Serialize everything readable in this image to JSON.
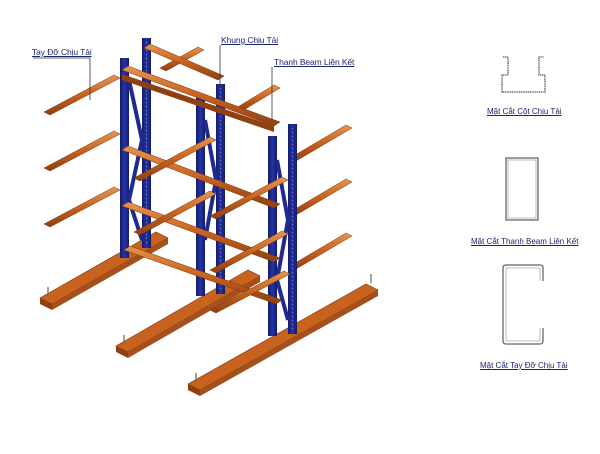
{
  "diagram": {
    "subject": "cantilever-rack",
    "colors": {
      "frame": "#1f2a8f",
      "frame_dark": "#141c66",
      "arm": "#c8631f",
      "arm_light": "#e08a43",
      "arm_dark": "#8f3f10",
      "label_text": "#1d2470",
      "section_stroke": "#555555"
    },
    "callouts": [
      {
        "id": "arm",
        "text": "Tay Đỡ Chịu Tải"
      },
      {
        "id": "frame",
        "text": "Khung Chịu Tải"
      },
      {
        "id": "beam",
        "text": "Thanh Beam Liên Kết"
      }
    ],
    "sections": [
      {
        "id": "column",
        "caption": "Mặt Cắt Cột Chịu Tải"
      },
      {
        "id": "beam",
        "caption": "Mặt Cắt Thanh Beam Liên Kết"
      },
      {
        "id": "arm",
        "caption": "Mặt Cắt Tay Đỡ Chịu Tải"
      }
    ]
  }
}
